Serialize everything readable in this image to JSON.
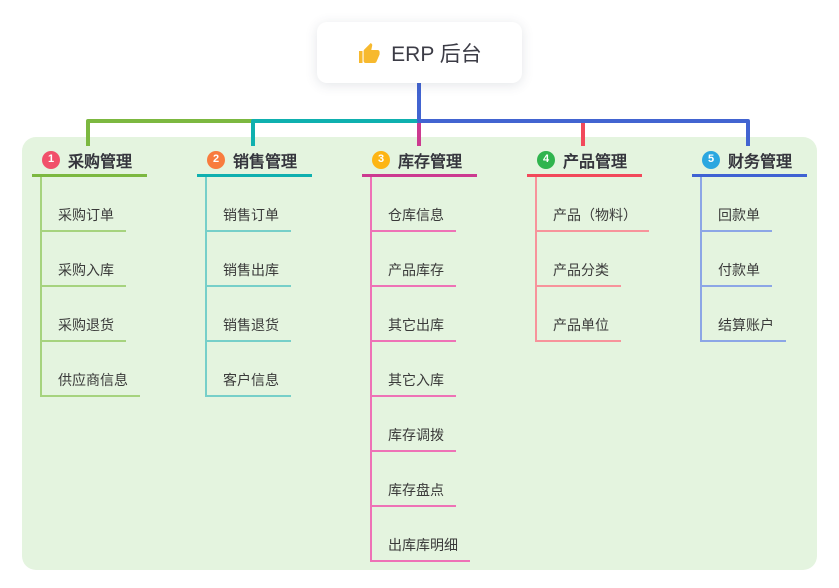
{
  "root": {
    "title": "ERP 后台",
    "icon": "thumbs-up-icon"
  },
  "branches": [
    {
      "number": "1",
      "label": "采购管理",
      "badge_color": "#f1506a",
      "line_color": "#7cb840",
      "child_line_color": "#a6d37e",
      "children": [
        "采购订单",
        "采购入库",
        "采购退货",
        "供应商信息"
      ]
    },
    {
      "number": "2",
      "label": "销售管理",
      "badge_color": "#f87c3e",
      "line_color": "#0fb0af",
      "child_line_color": "#76cfc9",
      "children": [
        "销售订单",
        "销售出库",
        "销售退货",
        "客户信息"
      ]
    },
    {
      "number": "3",
      "label": "库存管理",
      "badge_color": "#fdb515",
      "line_color": "#cc3a90",
      "child_line_color": "#ee72b6",
      "children": [
        "仓库信息",
        "产品库存",
        "其它出库",
        "其它入库",
        "库存调拨",
        "库存盘点",
        "出库库明细"
      ]
    },
    {
      "number": "4",
      "label": "产品管理",
      "badge_color": "#30b44e",
      "line_color": "#f2495b",
      "child_line_color": "#f7939b",
      "children": [
        "产品（物料）",
        "产品分类",
        "产品单位"
      ]
    },
    {
      "number": "5",
      "label": "财务管理",
      "badge_color": "#2ba7e0",
      "line_color": "#3f62d3",
      "child_line_color": "#8ca6e6",
      "children": [
        "回款单",
        "付款单",
        "结算账户"
      ]
    }
  ],
  "colors": {
    "canvas_bg": "#ffffff",
    "panel_bg": "#e4f4df",
    "root_connector": "#4264d1",
    "thumb_icon": "#f7b92e"
  }
}
